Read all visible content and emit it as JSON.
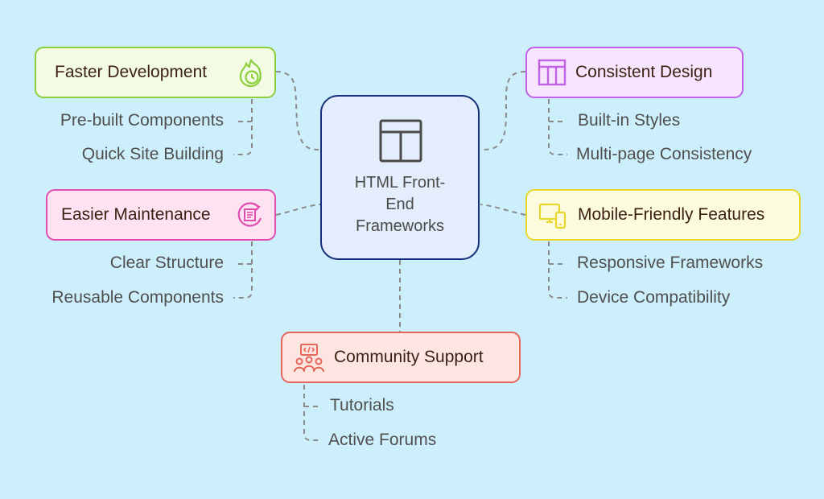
{
  "colors": {
    "background": "#cdeffb",
    "center_border": "#14307a",
    "connector": "#8a8a8a"
  },
  "center": {
    "title": "HTML Front-\nEnd\nFrameworks",
    "icon": "layout-icon"
  },
  "branches": [
    {
      "id": "faster-development",
      "label": "Faster Development",
      "icon": "stopwatch-flame-icon",
      "color": "#8ccf3c",
      "fill": "#f3fbe4",
      "items": [
        "Pre-built Components",
        "Quick Site Building"
      ]
    },
    {
      "id": "consistent-design",
      "label": "Consistent Design",
      "icon": "grid-layout-icon",
      "color": "#c061e6",
      "fill": "#f6e5fc",
      "items": [
        "Built-in Styles",
        "Multi-page Consistency"
      ]
    },
    {
      "id": "easier-maintenance",
      "label": "Easier Maintenance",
      "icon": "refresh-document-icon",
      "color": "#df4fb2",
      "fill": "#fde3f2",
      "items": [
        "Clear Structure",
        "Reusable Components"
      ]
    },
    {
      "id": "mobile-friendly-features",
      "label": "Mobile-Friendly Features",
      "icon": "devices-icon",
      "color": "#e7d62e",
      "fill": "#fdfbdd",
      "items": [
        "Responsive Frameworks",
        "Device Compatibility"
      ]
    },
    {
      "id": "community-support",
      "label": "Community Support",
      "icon": "community-code-icon",
      "color": "#e7665a",
      "fill": "#fde6e2",
      "items": [
        "Tutorials",
        "Active Forums"
      ]
    }
  ]
}
